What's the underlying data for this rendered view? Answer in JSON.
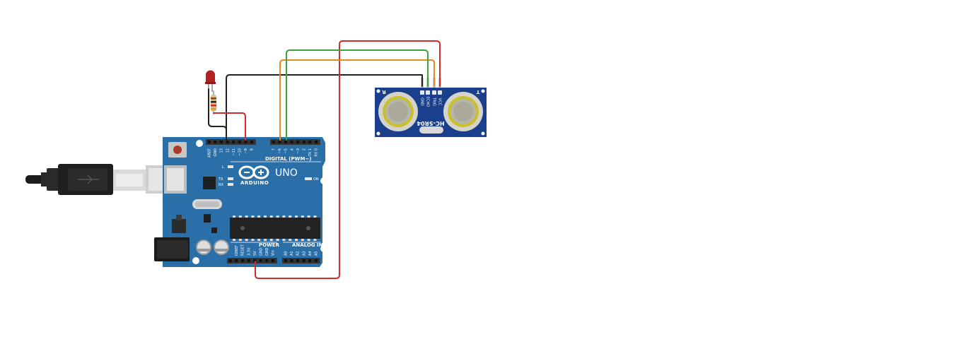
{
  "board": {
    "model": "UNO",
    "brand": "ARDUINO",
    "digital_header_label": "DIGITAL (PWM~)",
    "power_header_label": "POWER",
    "analog_header_label": "ANALOG IN",
    "led_l": "L",
    "led_tx": "TX",
    "led_rx": "RX",
    "led_on": "ON",
    "digital_pins": [
      "AREF",
      "GND",
      "13",
      "12",
      "~11",
      "~10",
      "~9",
      "8",
      "7",
      "~6",
      "~5",
      "4",
      "~3",
      "2",
      "TX 1",
      "RX 0"
    ],
    "power_pins": [
      "IOREF",
      "RESET",
      "3.3V",
      "5V",
      "GND",
      "GND",
      "Vin"
    ],
    "analog_pins": [
      "A0",
      "A1",
      "A2",
      "A3",
      "A4",
      "A5"
    ],
    "colors": {
      "pcb": "#2b6fa8",
      "header": "#333333",
      "chip": "#222222"
    }
  },
  "sensor": {
    "name": "HC-SR04",
    "pins": [
      "GND",
      "ECHO",
      "TRIG",
      "VCC"
    ],
    "left_mark": "R",
    "right_mark": "T",
    "colors": {
      "pcb": "#1a3f8c",
      "transducer": "#b7b7a8",
      "ring": "#c9c02a"
    }
  },
  "wire_colors": {
    "gnd": "#222222",
    "vcc": "#d42a2a",
    "trig": "#e88a1a",
    "echo": "#3aa53a",
    "led": "#d42a2a"
  },
  "icons": [
    "usb-plug-icon",
    "led-icon",
    "resistor-icon",
    "infinity-logo-icon"
  ]
}
